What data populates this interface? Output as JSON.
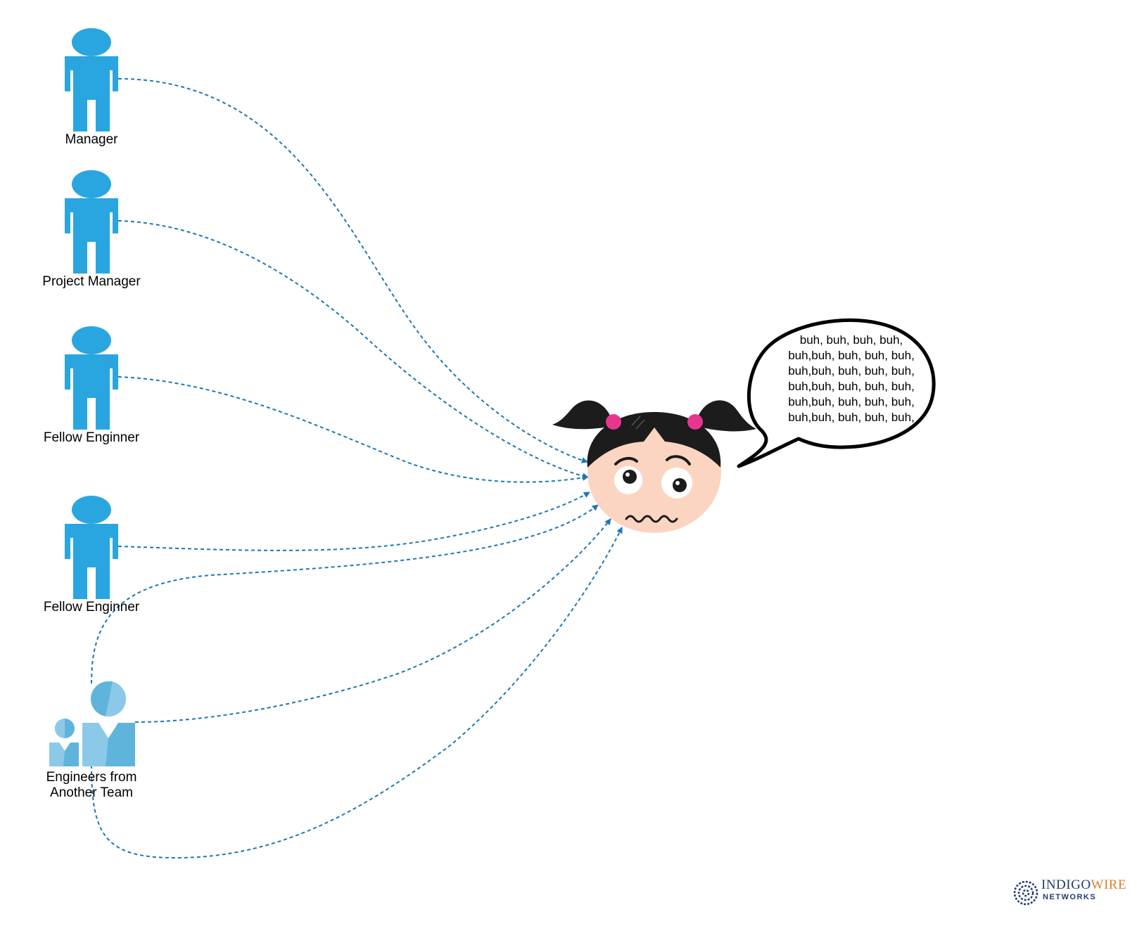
{
  "people": [
    {
      "id": "manager",
      "label": "Manager",
      "icon": "person-icon"
    },
    {
      "id": "project-manager",
      "label": "Project Manager",
      "icon": "person-icon"
    },
    {
      "id": "fellow-engineer-1",
      "label": "Fellow Enginner",
      "icon": "person-icon"
    },
    {
      "id": "fellow-engineer-2",
      "label": "Fellow Enginner",
      "icon": "person-icon"
    },
    {
      "id": "other-team",
      "label_lines": [
        "Engineers from",
        "Another Team"
      ],
      "icon": "group-icon"
    }
  ],
  "target": {
    "icon": "worried-girl-face-icon"
  },
  "speech_bubble": {
    "lines": [
      "buh, buh, buh, buh,",
      "buh,buh, buh, buh, buh,",
      "buh,buh, buh, buh, buh,",
      "buh,buh, buh, buh, buh,",
      "buh,buh, buh, buh, buh,",
      "buh,buh, buh, buh, buh,"
    ]
  },
  "logo": {
    "word_part1": "INDIGO",
    "word_part2": "WIRE",
    "subtitle": "NETWORKS"
  },
  "colors": {
    "person": "#29a6e0",
    "group_dark": "#5fb4dc",
    "group_light": "#8cc9e8",
    "connector": "#1a78b4",
    "skin": "#fcd5c2",
    "hair": "#1c1c1c",
    "hair_tie": "#e8368f",
    "logo_blue": "#1f3b73",
    "logo_orange": "#d9822b"
  }
}
